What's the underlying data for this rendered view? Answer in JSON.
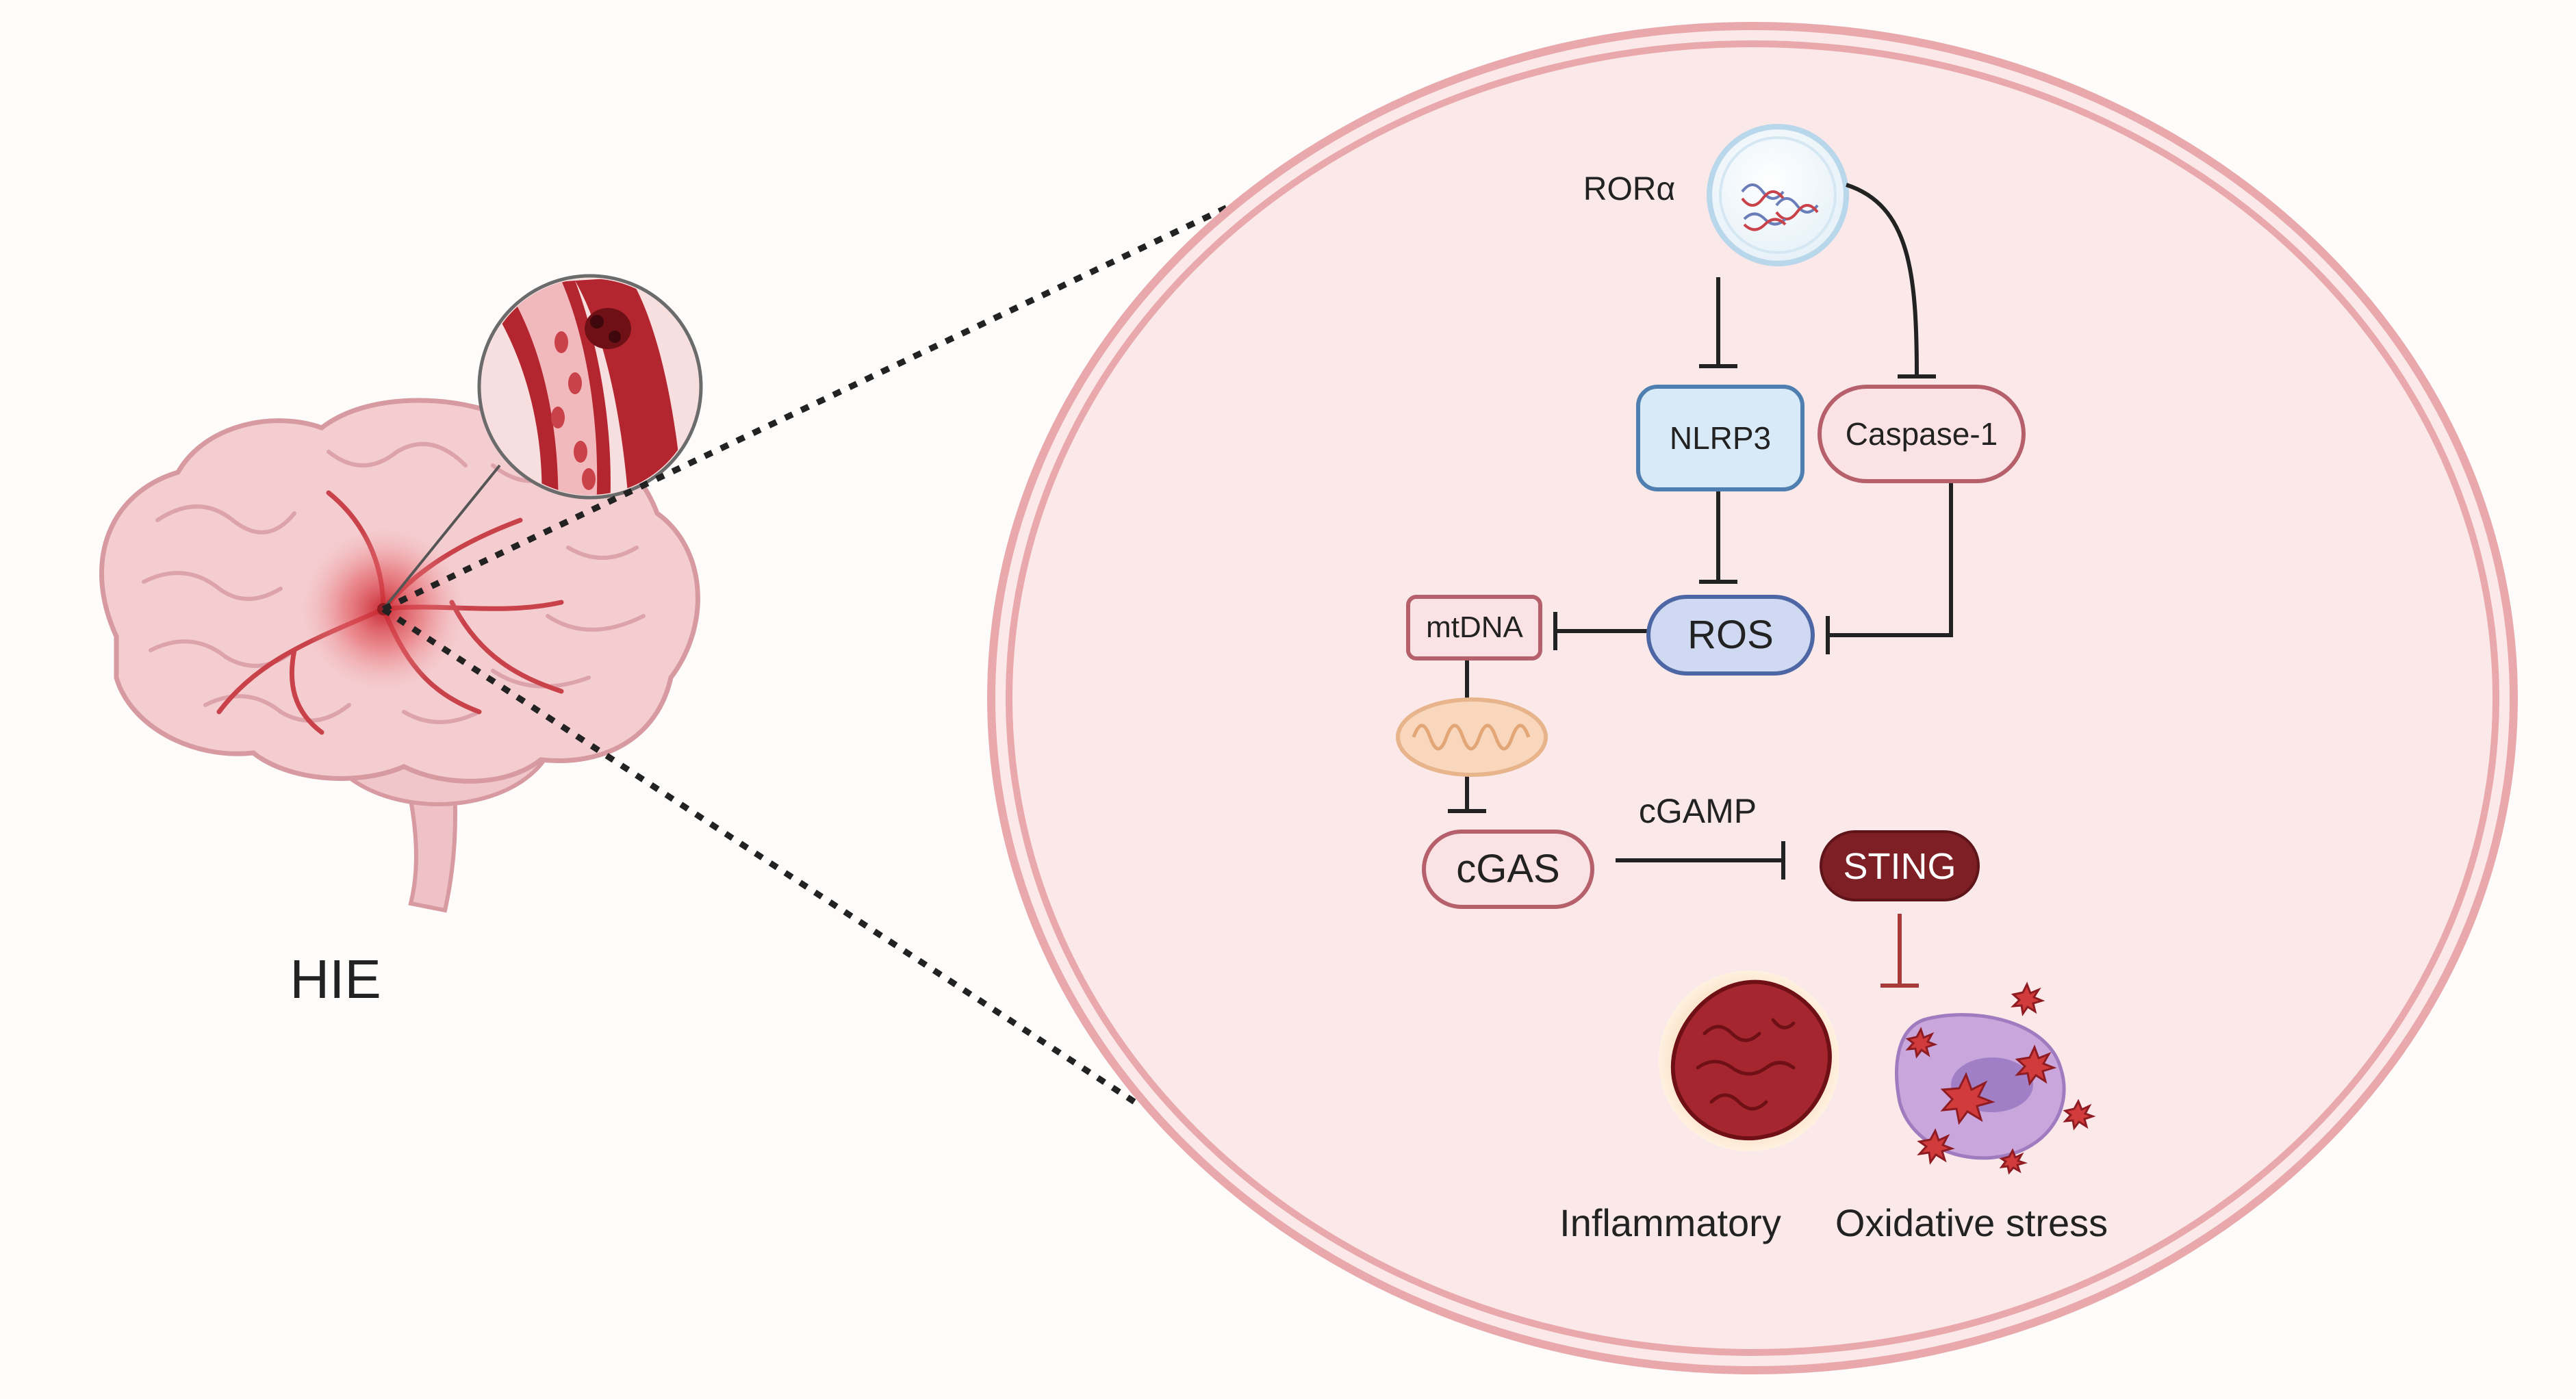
{
  "left": {
    "label": "HIE"
  },
  "nodes": {
    "rora": "RORα",
    "nlrp3": "NLRP3",
    "caspase1": "Caspase-1",
    "ros": "ROS",
    "mtdna": "mtDNA",
    "cgas": "cGAS",
    "sting": "STING",
    "cgamp": "cGAMP"
  },
  "outcomes": {
    "inflammatory": "Inflammatory",
    "oxidative": "Oxidative stress"
  },
  "colors": {
    "circle_fill": "#fbe9ea",
    "circle_ring": "#e9a9ac",
    "nlrp3_fill": "#d8e9f7",
    "nlrp3_stroke": "#4f7fb0",
    "pink_fill": "#fbe3e5",
    "pink_stroke": "#b5606a",
    "ros_fill": "#cfd9f1",
    "ros_stroke": "#4d67a6",
    "sting_fill": "#7d1f24",
    "inhibit_line": "#222222",
    "sting_inhibit": "#a83a3a"
  }
}
